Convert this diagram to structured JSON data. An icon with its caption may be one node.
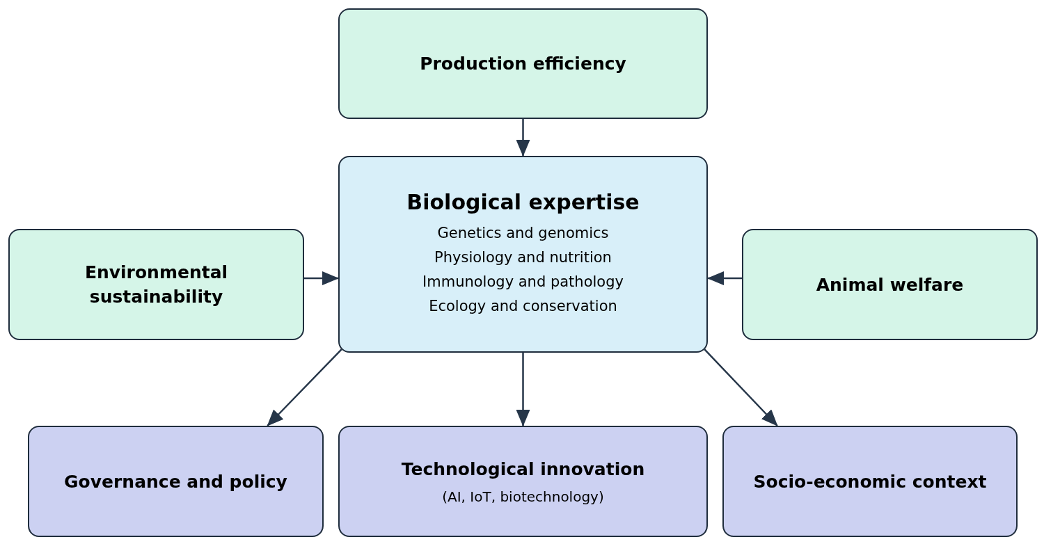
{
  "diagram": {
    "nodes": [
      {
        "text": [
          "Production efficiency"
        ]
      },
      {
        "text": [
          "Biological expertise",
          "Genetics and genomics",
          "Physiology and nutrition",
          "Immunology and pathology",
          "Ecology and conservation"
        ]
      },
      {
        "text": [
          "Environmental sustainability"
        ]
      },
      {
        "text": [
          "Animal welfare"
        ]
      },
      {
        "text": [
          "Governance and policy"
        ]
      },
      {
        "text": [
          "Technological innovation",
          "(AI, IoT, biotechnology)"
        ]
      },
      {
        "text": [
          "Socio-economic context"
        ]
      }
    ],
    "edges": [
      {
        "from": 0,
        "to": 1,
        "arrow": "to"
      },
      {
        "from": 2,
        "to": 1,
        "arrow": "to"
      },
      {
        "from": 3,
        "to": 1,
        "arrow": "to"
      },
      {
        "from": 1,
        "to": 4,
        "arrow": "to"
      },
      {
        "from": 1,
        "to": 5,
        "arrow": "to"
      },
      {
        "from": 1,
        "to": 6,
        "arrow": "to"
      }
    ]
  }
}
